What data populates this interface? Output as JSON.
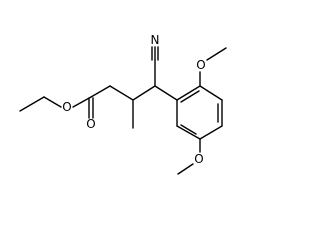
{
  "molecule": {
    "atoms": {
      "ester_o_single": "O",
      "ester_o_double": "O",
      "nitrile_n": "N",
      "ome_top_o": "O",
      "ome_bottom_o": "O"
    },
    "colors": {
      "bond": "#000000",
      "label": "#000000",
      "background": "#ffffff"
    }
  }
}
